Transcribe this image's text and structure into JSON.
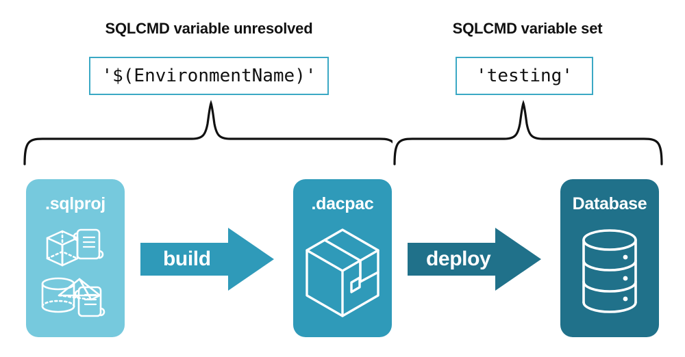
{
  "diagram": {
    "title_left": "SQLCMD variable unresolved",
    "title_right": "SQLCMD variable set",
    "code_left": "'$(EnvironmentName)'",
    "code_right": "'testing'",
    "stages": [
      {
        "label": ".sqlproj",
        "icon": "database-objects-icon",
        "color": "#76c9dd"
      },
      {
        "label": ".dacpac",
        "icon": "package-box-icon",
        "color": "#2f9ab9"
      },
      {
        "label": "Database",
        "icon": "database-cylinder-icon",
        "color": "#20718a"
      }
    ],
    "arrows": [
      {
        "label": "build",
        "icon": "right-arrow-icon",
        "color": "#2f9ab9"
      },
      {
        "label": "deploy",
        "icon": "right-arrow-icon",
        "color": "#20718a"
      }
    ],
    "braces": [
      {
        "name": "brace-left",
        "icon": "curly-brace-up-icon",
        "color": "#111111"
      },
      {
        "name": "brace-right",
        "icon": "curly-brace-up-icon",
        "color": "#111111"
      }
    ],
    "colors": {
      "light_teal": "#76c9dd",
      "mid_teal": "#2f9ab9",
      "dark_teal": "#20718a",
      "border_teal": "#3aa8c4",
      "ink": "#111111",
      "background": "#ffffff"
    }
  }
}
